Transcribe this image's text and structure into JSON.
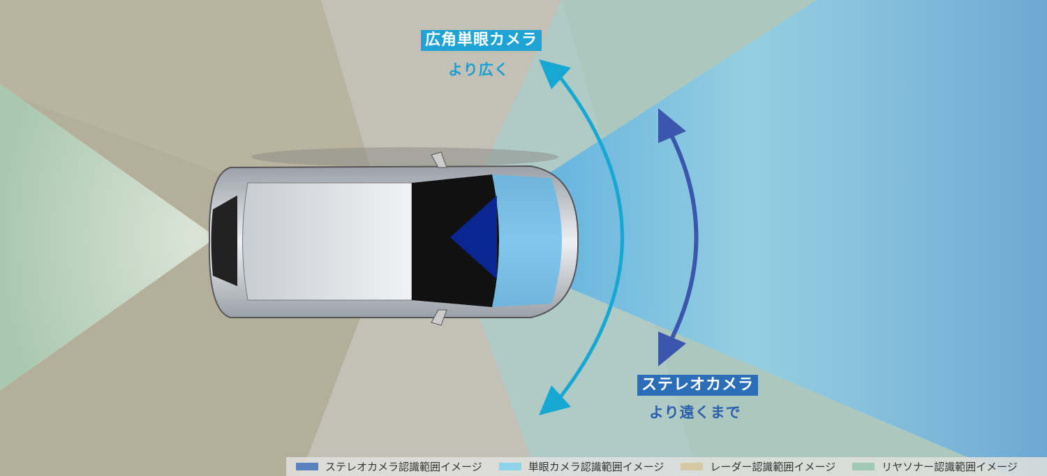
{
  "labels": {
    "wide_camera": {
      "title": "広角単眼カメラ",
      "subtitle": "より広く"
    },
    "stereo_camera": {
      "title": "ステレオカメラ",
      "subtitle": "より遠くまで"
    }
  },
  "legend": [
    {
      "label": "ステレオカメラ認識範囲イメージ",
      "color": "#5b82c0"
    },
    {
      "label": "単眼カメラ認識範囲イメージ",
      "color": "#8fd3e8"
    },
    {
      "label": "レーダー認識範囲イメージ",
      "color": "#d5c9a3"
    },
    {
      "label": "リヤソナー認識範囲イメージ",
      "color": "#9fc9b4"
    }
  ],
  "colors": {
    "wide_label_bg": "#1ea3d4",
    "stereo_label_bg": "#2b6db7",
    "wide_arrow": "#16a8d3",
    "stereo_arrow": "#3a56ad"
  }
}
